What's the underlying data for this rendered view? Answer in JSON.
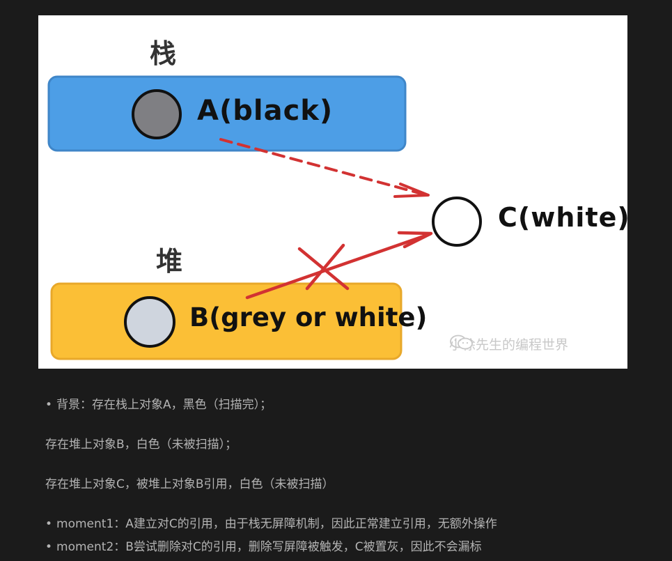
{
  "figure": {
    "stack_label": "栈",
    "heap_label": "堆",
    "obj_a_label": "A(black)",
    "obj_b_label": "B(grey or white)",
    "obj_c_label": "C(white)",
    "watermark": "小徐先生的编程世界",
    "colors": {
      "stack_box": "#4d9ee6",
      "heap_box": "#fbbf36",
      "arrow": "#d23232",
      "obj_a_fill": "#7f7f83",
      "obj_b_fill": "#cfd5de",
      "obj_c_fill": "#ffffff"
    }
  },
  "paragraphs": [
    {
      "text": "背景：存在栈上对象A，黑色（扫描完）；",
      "bullet": true
    },
    {
      "text": "存在堆上对象B，白色（未被扫描）；",
      "bullet": false
    },
    {
      "text": "存在堆上对象C，被堆上对象B引用，白色（未被扫描）",
      "bullet": false
    },
    {
      "text": "moment1：A建立对C的引用，由于栈无屏障机制，因此正常建立引用，无额外操作",
      "bullet": true
    },
    {
      "text": "moment2：B尝试删除对C的引用，删除写屏障被触发，C被置灰，因此不会漏标",
      "bullet": true
    }
  ]
}
